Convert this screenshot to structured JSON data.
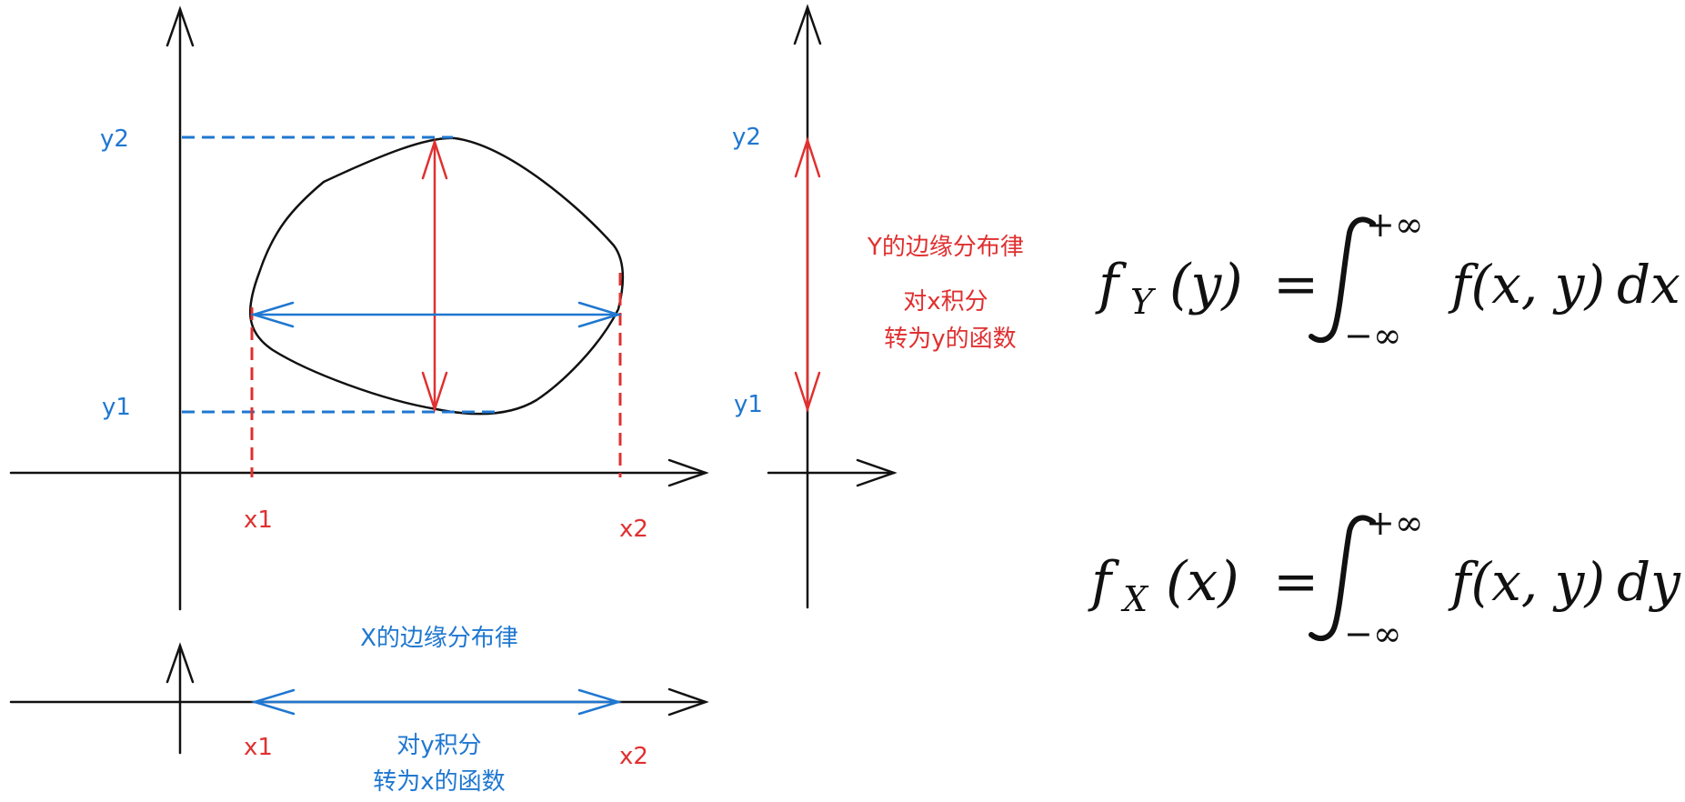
{
  "main_plot": {
    "y2_label": "y2",
    "y1_label": "y1",
    "x1_label": "x1",
    "x2_label": "x2"
  },
  "y_marginal": {
    "y2_label": "y2",
    "y1_label": "y1",
    "title": "Y的边缘分布律",
    "desc_line1": "对x积分",
    "desc_line2": "转为y的函数"
  },
  "x_marginal": {
    "title": "X的边缘分布律",
    "x1_label": "x1",
    "x2_label": "x2",
    "desc_line1": "对y积分",
    "desc_line2": "转为x的函数"
  },
  "formulas": {
    "fy": {
      "f": "f",
      "sub": "Y",
      "arg": "(y)",
      "eq": "=",
      "upper": "+∞",
      "lower": "−∞",
      "integrand": "f(x, y)",
      "d": "dx"
    },
    "fx": {
      "f": "f",
      "sub": "X",
      "arg": "(x)",
      "eq": "=",
      "upper": "+∞",
      "lower": "−∞",
      "integrand": "f(x, y)",
      "d": "dy"
    }
  },
  "colors": {
    "axis": "#111111",
    "blue": "#1f77d0",
    "red": "#e03030"
  }
}
